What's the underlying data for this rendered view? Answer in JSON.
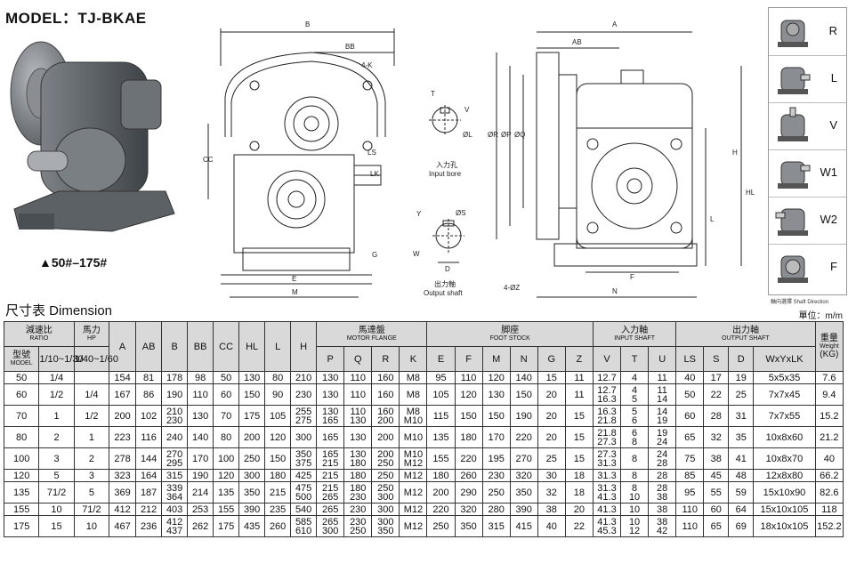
{
  "title": "MODEL：TJ-BKAE",
  "model_range": "▲50#–175#",
  "drawing_labels": {
    "b": "B",
    "bb": "BB",
    "k4": "4-K",
    "cc": "CC",
    "ls": "LS",
    "lk": "LK",
    "e": "E",
    "m": "M",
    "g": "G",
    "t": "T",
    "v": "V",
    "d_small": "ØL",
    "input_bore_cn": "入力孔",
    "input_bore_en": "Input bore",
    "y": "Y",
    "s": "ØS",
    "w": "W",
    "d": "D",
    "output_shaft_cn": "出力軸",
    "output_shaft_en": "Output shaft",
    "a": "A",
    "ab": "AB",
    "r": "ØR",
    "p": "ØP",
    "q": "ØQ",
    "hl": "HL",
    "h": "H",
    "l": "L",
    "f": "F",
    "n": "N",
    "z4": "4-ØZ"
  },
  "directions": [
    "R",
    "L",
    "V",
    "W1",
    "W2",
    "F"
  ],
  "direction_caption": "軸向選擇  Shaft Direction",
  "dimension_title": "尺寸表  Dimension",
  "unit": "單位：m/m",
  "table": {
    "ratio_cn": "減速比",
    "ratio_en": "RATIO",
    "hp_cn": "馬力",
    "hp_en": "HP",
    "model_cn": "型號",
    "model_en": "MODEL",
    "r1": "1/10~1/30",
    "r2": "1/40~1/60",
    "motor_cn": "馬達盤",
    "motor_en": "MOTOR FLANGE",
    "foot_cn": "脚座",
    "foot_en": "FOOT STOCK",
    "input_cn": "入力軸",
    "input_en": "INPUT SHAFT",
    "output_cn": "出力軸",
    "output_en": "OUTPUT SHAFT",
    "weight_cn": "重量",
    "weight_en": "Weight",
    "weight_unit": "(KG)",
    "cols_main": [
      "A",
      "AB",
      "B",
      "BB",
      "CC",
      "HL",
      "L",
      "H"
    ],
    "cols_motor": [
      "P",
      "Q",
      "R",
      "K"
    ],
    "cols_foot": [
      "E",
      "F",
      "M",
      "N",
      "G",
      "Z"
    ],
    "cols_input": [
      "V",
      "T",
      "U"
    ],
    "cols_output": [
      "LS",
      "S",
      "D",
      "WxYxLK"
    ],
    "rows": [
      [
        "50",
        "1/4",
        "",
        "154",
        "81",
        "178",
        "98",
        "50",
        "130",
        "80",
        "210",
        "130",
        "110",
        "160",
        "M8",
        "95",
        "110",
        "120",
        "140",
        "15",
        "11",
        "12.7",
        "4",
        "11",
        "40",
        "17",
        "19",
        "5x5x35",
        "7.6"
      ],
      [
        "60",
        "1/2",
        "1/4",
        "167",
        "86",
        "190",
        "110",
        "60",
        "150",
        "90",
        "230",
        "130",
        "110",
        "160",
        "M8",
        "105",
        "120",
        "130",
        "150",
        "20",
        "11",
        "12.7\n16.3",
        "4\n5",
        "11\n14",
        "50",
        "22",
        "25",
        "7x7x45",
        "9.4"
      ],
      [
        "70",
        "1",
        "1/2",
        "200",
        "102",
        "210\n230",
        "130",
        "70",
        "175",
        "105",
        "255\n275",
        "130\n165",
        "110\n130",
        "160\n200",
        "M8\nM10",
        "115",
        "150",
        "150",
        "190",
        "20",
        "15",
        "16.3\n21.8",
        "5\n6",
        "14\n19",
        "60",
        "28",
        "31",
        "7x7x55",
        "15.2"
      ],
      [
        "80",
        "2",
        "1",
        "223",
        "116",
        "240",
        "140",
        "80",
        "200",
        "120",
        "300",
        "165",
        "130",
        "200",
        "M10",
        "135",
        "180",
        "170",
        "220",
        "20",
        "15",
        "21.8\n27.3",
        "6\n8",
        "19\n24",
        "65",
        "32",
        "35",
        "10x8x60",
        "21.2"
      ],
      [
        "100",
        "3",
        "2",
        "278",
        "144",
        "270\n295",
        "170",
        "100",
        "250",
        "150",
        "350\n375",
        "165\n215",
        "130\n180",
        "200\n250",
        "M10\nM12",
        "155",
        "220",
        "195",
        "270",
        "25",
        "15",
        "27.3\n31.3",
        "8",
        "24\n28",
        "75",
        "38",
        "41",
        "10x8x70",
        "40"
      ],
      [
        "120",
        "5",
        "3",
        "323",
        "164",
        "315",
        "190",
        "120",
        "300",
        "180",
        "425",
        "215",
        "180",
        "250",
        "M12",
        "180",
        "260",
        "230",
        "320",
        "30",
        "18",
        "31.3",
        "8",
        "28",
        "85",
        "45",
        "48",
        "12x8x80",
        "66.2"
      ],
      [
        "135",
        "71/2",
        "5",
        "369",
        "187",
        "339\n364",
        "214",
        "135",
        "350",
        "215",
        "475\n500",
        "215\n265",
        "180\n230",
        "250\n300",
        "M12",
        "200",
        "290",
        "250",
        "350",
        "32",
        "18",
        "31.3\n41.3",
        "8\n10",
        "28\n38",
        "95",
        "55",
        "59",
        "15x10x90",
        "82.6"
      ],
      [
        "155",
        "10",
        "71/2",
        "412",
        "212",
        "403",
        "253",
        "155",
        "390",
        "235",
        "540",
        "265",
        "230",
        "300",
        "M12",
        "220",
        "320",
        "280",
        "390",
        "38",
        "20",
        "41.3",
        "10",
        "38",
        "110",
        "60",
        "64",
        "15x10x105",
        "118"
      ],
      [
        "175",
        "15",
        "10",
        "467",
        "236",
        "412\n437",
        "262",
        "175",
        "435",
        "260",
        "585\n610",
        "265\n300",
        "230\n250",
        "300\n350",
        "M12",
        "250",
        "350",
        "315",
        "415",
        "40",
        "22",
        "41.3\n45.3",
        "10\n12",
        "38\n42",
        "110",
        "65",
        "69",
        "18x10x105",
        "152.2"
      ]
    ]
  }
}
